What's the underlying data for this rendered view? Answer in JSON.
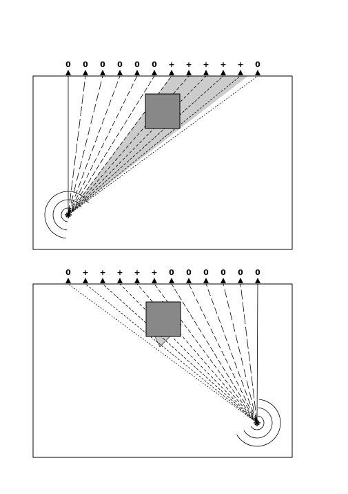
{
  "panels": [
    {
      "id": "top",
      "receiver_labels": [
        "0",
        "0",
        "0",
        "0",
        "0",
        "0",
        "+",
        "+",
        "+",
        "+",
        "+",
        "0"
      ]
    },
    {
      "id": "bottom",
      "receiver_labels": [
        "0",
        "+",
        "+",
        "+",
        "+",
        "+",
        "0",
        "0",
        "0",
        "0",
        "0",
        "0"
      ]
    }
  ],
  "colors": {
    "border": "#000000",
    "block": "#888888",
    "shadow": "#cccccc",
    "ray": "#000000"
  }
}
